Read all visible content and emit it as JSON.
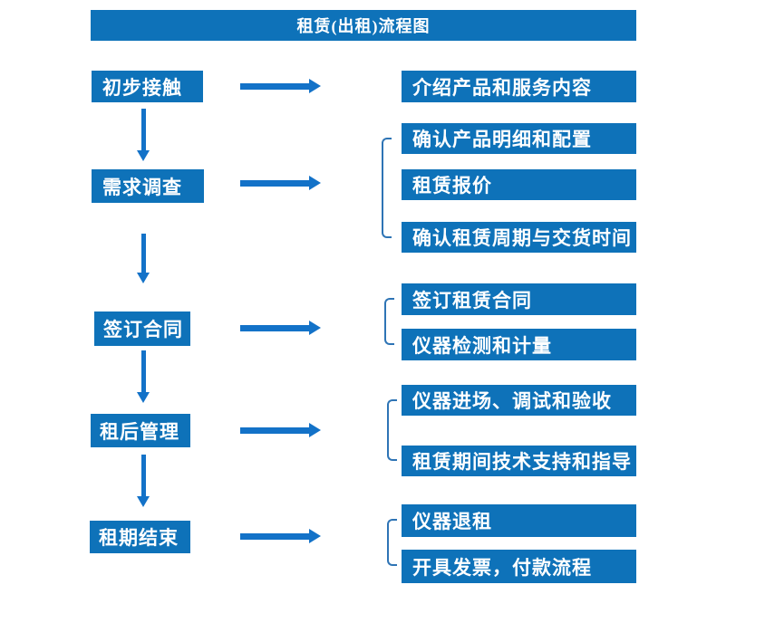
{
  "title": "租赁(出租)流程图",
  "colors": {
    "box_fill": "#0e72b9",
    "arrow": "#1372c8",
    "bracket": "#2e74b5",
    "text": "#ffffff",
    "background": "#ffffff"
  },
  "steps": [
    {
      "label": "初步接触",
      "outputs": [
        "介绍产品和服务内容"
      ]
    },
    {
      "label": "需求调查",
      "outputs": [
        "确认产品明细和配置",
        "租赁报价",
        "确认租赁周期与交货时间"
      ]
    },
    {
      "label": "签订合同",
      "outputs": [
        "签订租赁合同",
        "仪器检测和计量"
      ]
    },
    {
      "label": "租后管理",
      "outputs": [
        "仪器进场、调试和验收",
        "租赁期间技术支持和指导"
      ]
    },
    {
      "label": "租期结束",
      "outputs": [
        "仪器退租",
        "开具发票，付款流程"
      ]
    }
  ]
}
